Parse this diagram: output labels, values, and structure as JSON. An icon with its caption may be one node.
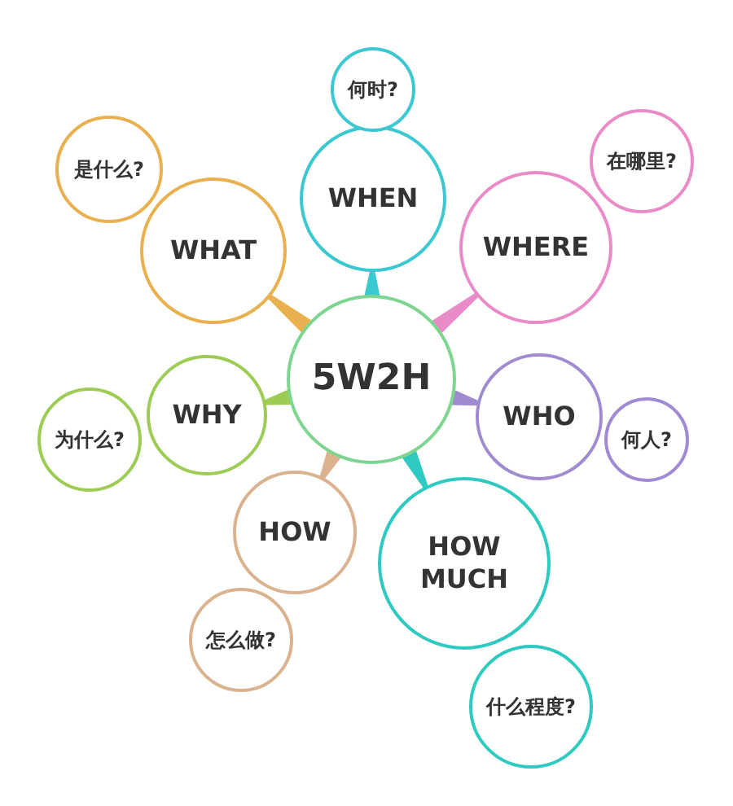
{
  "diagram": {
    "nodes": [
      {
        "text": [
          "5W2H"
        ]
      },
      {
        "text": [
          "WHAT"
        ]
      },
      {
        "text": [
          "是什么?"
        ]
      },
      {
        "text": [
          "WHEN"
        ]
      },
      {
        "text": [
          "何时?"
        ]
      },
      {
        "text": [
          "WHERE"
        ]
      },
      {
        "text": [
          "在哪里?"
        ]
      },
      {
        "text": [
          "WHO"
        ]
      },
      {
        "text": [
          "何人?"
        ]
      },
      {
        "text": [
          "WHY"
        ]
      },
      {
        "text": [
          "为什么?"
        ]
      },
      {
        "text": [
          "HOW"
        ]
      },
      {
        "text": [
          "怎么做?"
        ]
      },
      {
        "text": [
          "HOW MUCH"
        ]
      },
      {
        "text": [
          "什么程度?"
        ]
      }
    ],
    "edges": [
      {
        "from": 0,
        "to": 1,
        "arrow": "none",
        "color": "#e8b04e"
      },
      {
        "from": 0,
        "to": 3,
        "arrow": "none",
        "color": "#3cc8d0"
      },
      {
        "from": 0,
        "to": 5,
        "arrow": "none",
        "color": "#e98bc8"
      },
      {
        "from": 0,
        "to": 7,
        "arrow": "none",
        "color": "#a08ad0"
      },
      {
        "from": 0,
        "to": 9,
        "arrow": "none",
        "color": "#9dcc55"
      },
      {
        "from": 0,
        "to": 11,
        "arrow": "none",
        "color": "#dbb28e"
      },
      {
        "from": 0,
        "to": 13,
        "arrow": "none",
        "color": "#2ec9c0"
      }
    ]
  }
}
